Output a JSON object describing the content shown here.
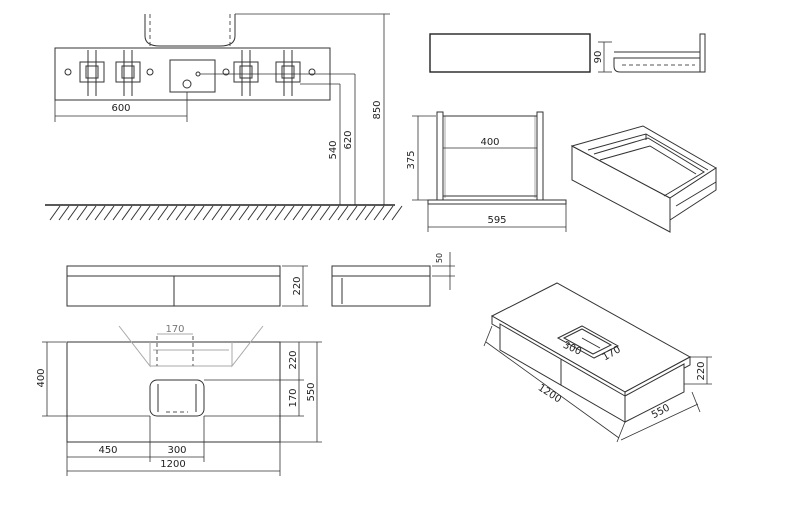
{
  "dimensions": {
    "wall_width": "600",
    "height_850": "850",
    "height_620": "620",
    "height_540": "540",
    "drawer_front_height": "90",
    "frame_width": "400",
    "frame_height": "375",
    "frame_base_width": "595",
    "front_height": "220",
    "top_thickness": "50",
    "plan_depth": "400",
    "plan_depth_total": "550",
    "plan_depth_front": "220",
    "plan_depth_sink": "170",
    "sink_width_top": "170",
    "plan_offset": "450",
    "plan_sink_width": "300",
    "plan_total_width": "1200",
    "iso_length": "1200",
    "iso_depth": "550",
    "iso_height": "220",
    "iso_sink_w": "300",
    "iso_sink_d": "170"
  },
  "colors": {
    "line": "#333333",
    "background": "#ffffff"
  }
}
